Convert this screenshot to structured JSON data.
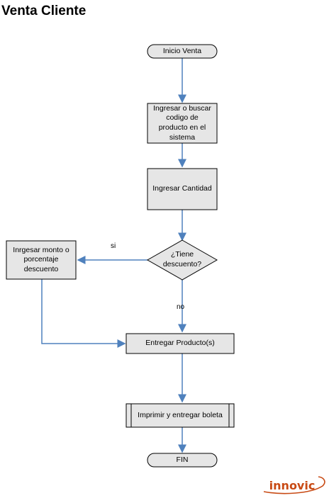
{
  "title": "Venta Cliente",
  "nodes": {
    "start": "Inicio Venta",
    "scan": "Ingresar o buscar\ncodigo de\nproducto en el\nsistema",
    "qty": "Ingresar Cantidad",
    "decision": "¿Tiene\ndescuento?",
    "discount": "Inrgesar monto o\nporcentaje\ndescuento",
    "deliver": "Entregar Producto(s)",
    "print": "Imprimir y entregar boleta",
    "end": "FIN"
  },
  "edges": {
    "yes_label": "si",
    "no_label": "no"
  },
  "logo": {
    "text": "innovic",
    "color": "#c84a14"
  },
  "colors": {
    "box_fill": "#e6e6e6",
    "arrow": "#4f81bd",
    "border": "#000000"
  }
}
